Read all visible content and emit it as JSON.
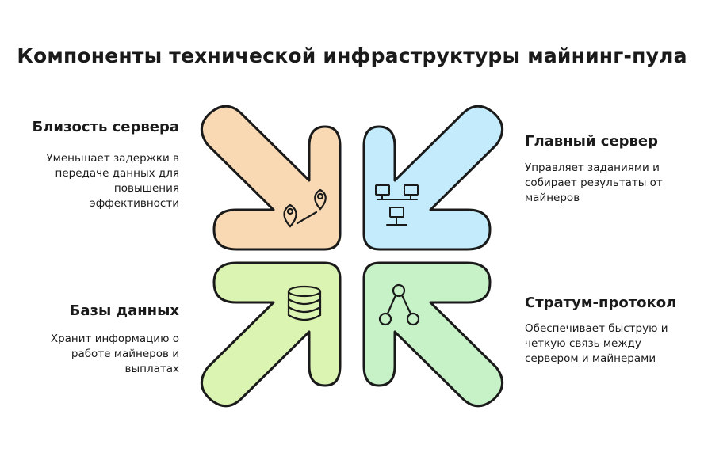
{
  "title": "Компоненты технической инфраструктуры майнинг-пула",
  "colors": {
    "orange": "#f8d9b4",
    "blue": "#c3ebfb",
    "green_light": "#dcf4b2",
    "green": "#c7f2c8",
    "stroke": "#1a1a1a"
  },
  "components": {
    "proximity": {
      "heading": "Близость сервера",
      "description": "Уменьшает задержки в передаче данных для повышения эффективности",
      "icon": "map-pin-route-icon"
    },
    "main_server": {
      "heading": "Главный сервер",
      "description": "Управляет заданиями и собирает результаты от майнеров",
      "icon": "network-computers-icon"
    },
    "databases": {
      "heading": "Базы данных",
      "description": "Хранит информацию о работе майнеров и выплатах",
      "icon": "database-icon"
    },
    "stratum": {
      "heading": "Стратум-протокол",
      "description": "Обеспечивает быструю и четкую связь между сервером и майнерами",
      "icon": "hierarchy-nodes-icon"
    }
  }
}
